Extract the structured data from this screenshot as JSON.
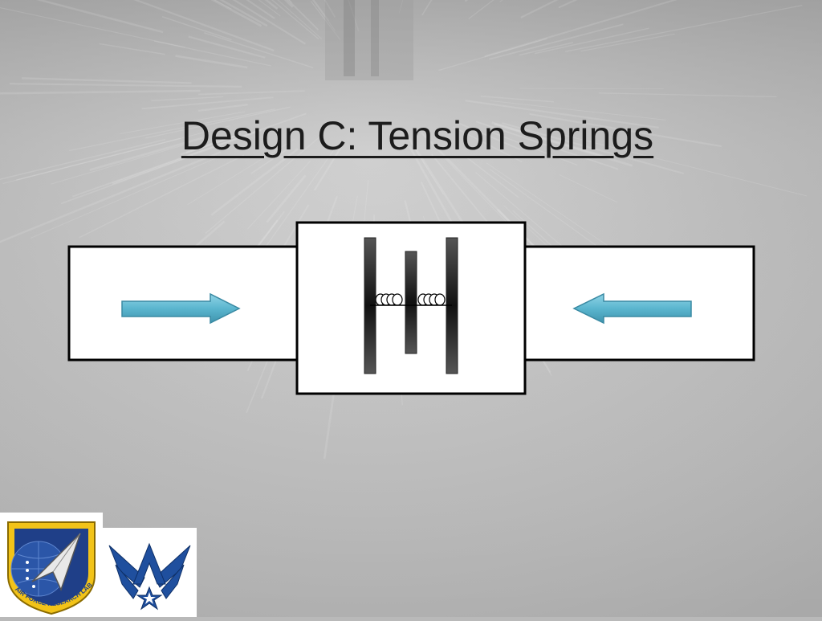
{
  "slide": {
    "title": "Design C: Tension Springs"
  },
  "colors": {
    "background": "#b9b9b9",
    "arrow_fill": "#5bb6cf",
    "arrow_stroke": "#3a8aa3",
    "box_fill": "#ffffff",
    "box_stroke": "#000000",
    "plate_fill": "#3a3a3a"
  },
  "diagram": {
    "left_arrow_direction": "right",
    "right_arrow_direction": "left",
    "spring_count": 2
  },
  "logos": {
    "afrl_seal_text": "AIR FORCE RESEARCH LABORATORY",
    "af_symbol": "air-force-wings-symbol"
  }
}
